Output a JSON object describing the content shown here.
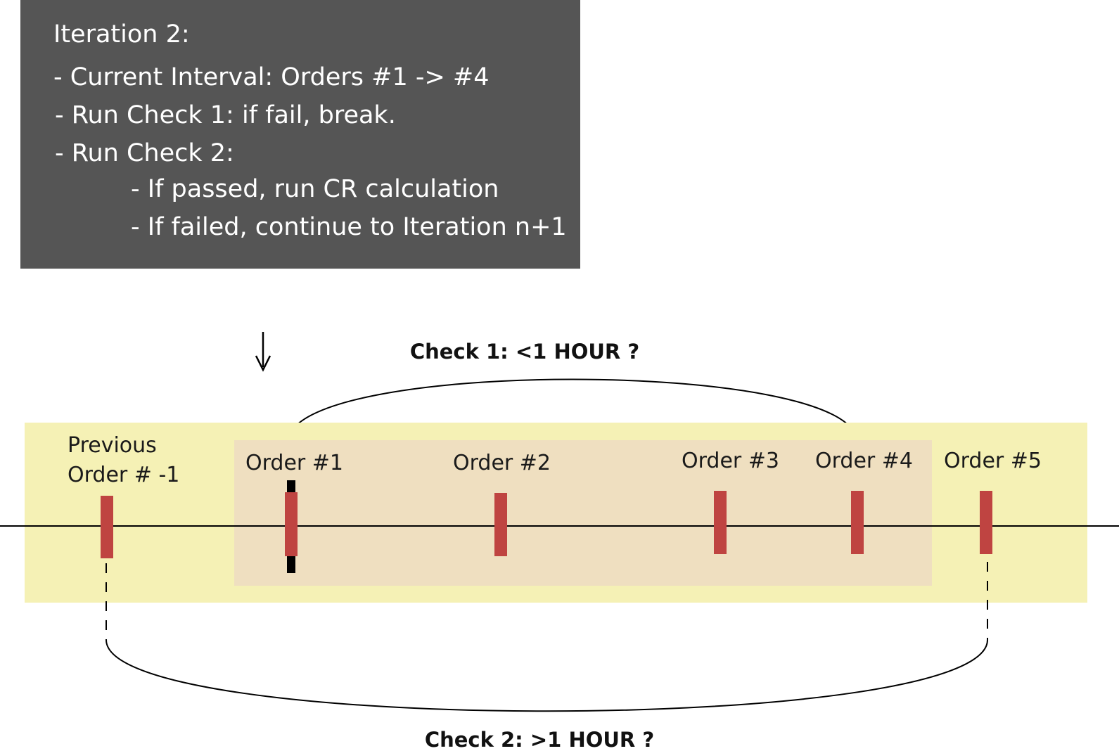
{
  "info_panel": {
    "title": "Iteration 2:",
    "lines": [
      "- Current Interval: Orders #1 -> #4",
      "- Run Check 1: if fail, break.",
      "- Run Check 2:",
      "- If passed, run CR calculation",
      "- If failed, continue to Iteration n+1"
    ]
  },
  "timeline": {
    "orders": [
      {
        "label_line1": "Previous",
        "label_line2": "Order # -1"
      },
      {
        "label": "Order #1"
      },
      {
        "label": "Order #2"
      },
      {
        "label": "Order #3"
      },
      {
        "label": "Order #4"
      },
      {
        "label": "Order #5"
      }
    ],
    "check1_label": "Check 1: <1 HOUR ?",
    "check2_label": "Check 2: >1 HOUR ?"
  },
  "colors": {
    "panel_bg": "#555555",
    "outer_band": "#f5f1b5",
    "inner_band": "#efdfc0",
    "order_marker": "#bf4441",
    "current_marker": "#000000",
    "axis": "#000000"
  },
  "icons": {
    "pointer": "down-arrow-icon"
  }
}
